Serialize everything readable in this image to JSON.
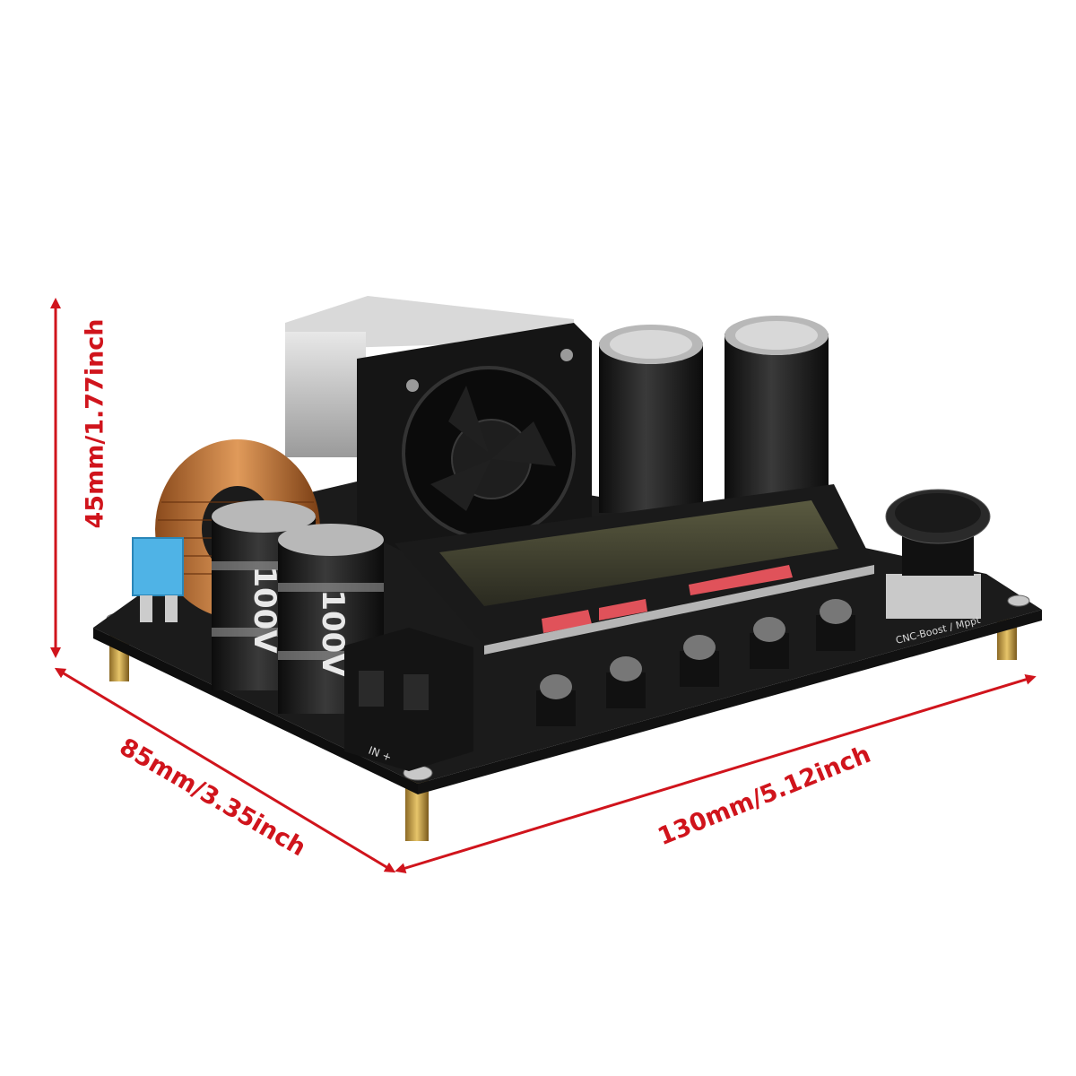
{
  "image": {
    "subject": "DC-DC boost converter module",
    "accent_color": "#d0141c",
    "board_color": "#1a1a1a",
    "label_color": "#d0141c"
  },
  "dimensions": {
    "height": "45mm/1.77inch",
    "depth": "85mm/3.35inch",
    "width": "130mm/5.12inch"
  },
  "capacitors": {
    "front_left_rating": "100V",
    "front_right_rating": "100V"
  },
  "board_silkscreen": "CNC-Boost / Mppt",
  "terminal_label": "IN +"
}
